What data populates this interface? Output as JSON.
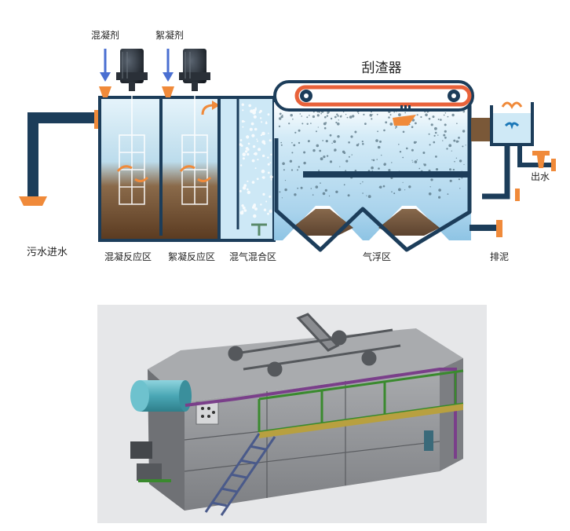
{
  "diagram": {
    "labels": {
      "coagulant": "混凝剂",
      "flocculant": "絮凝剂",
      "scraper": "刮渣器",
      "outlet_water": "出水",
      "sewage_inlet": "污水进水",
      "coagulation_zone": "混凝反应区",
      "flocculation_zone": "絮凝反应区",
      "air_mixing_zone": "混气混合区",
      "flotation_zone": "气浮区",
      "sludge_discharge": "排泥"
    },
    "colors": {
      "pipe": "#1c3d5a",
      "tank_wall": "#1c3d5a",
      "water": "#c6e6f6",
      "sludge": "#6b4a2e",
      "accent_orange": "#f08a3a",
      "chemical_arrow": "#4a6fd1",
      "scraper_belt": "#e8623a"
    }
  },
  "equipment_render": {
    "colors": {
      "body": "#8e9093",
      "tank": "#5fb7c2",
      "rail": "#3a8a2e",
      "pipe": "#7a3f8a",
      "background": "#e6e7e9"
    }
  }
}
